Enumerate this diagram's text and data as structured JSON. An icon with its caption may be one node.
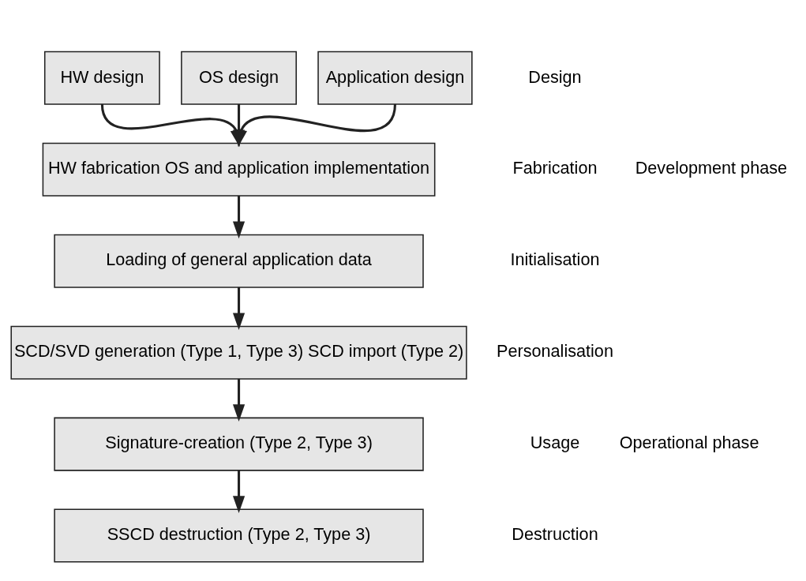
{
  "diagram": {
    "nodes": [
      {
        "text": [
          "HW design"
        ]
      },
      {
        "text": [
          "OS design"
        ]
      },
      {
        "text": [
          "Application design"
        ]
      },
      {
        "text": [
          "HW fabrication OS and application implementation"
        ]
      },
      {
        "text": [
          "Loading of general application data"
        ]
      },
      {
        "text": [
          "SCD/SVD generation (Type 1, Type 3) SCD import (Type 2)"
        ]
      },
      {
        "text": [
          "Signature-creation (Type 2, Type 3)"
        ]
      },
      {
        "text": [
          "SSCD destruction (Type 2, Type 3)"
        ]
      }
    ],
    "edges": [
      {
        "from": 0,
        "to": 3,
        "arrow": "to"
      },
      {
        "from": 1,
        "to": 3,
        "arrow": "to"
      },
      {
        "from": 2,
        "to": 3,
        "arrow": "to"
      },
      {
        "from": 3,
        "to": 4,
        "arrow": "to"
      },
      {
        "from": 4,
        "to": 5,
        "arrow": "to"
      },
      {
        "from": 5,
        "to": 6,
        "arrow": "to"
      },
      {
        "from": 6,
        "to": 7,
        "arrow": "to"
      }
    ],
    "labels": [
      "Design",
      "Fabrication",
      "Initialisation",
      "Personalisation",
      "Usage",
      "Destruction",
      "Development phase",
      "Operational phase"
    ]
  }
}
